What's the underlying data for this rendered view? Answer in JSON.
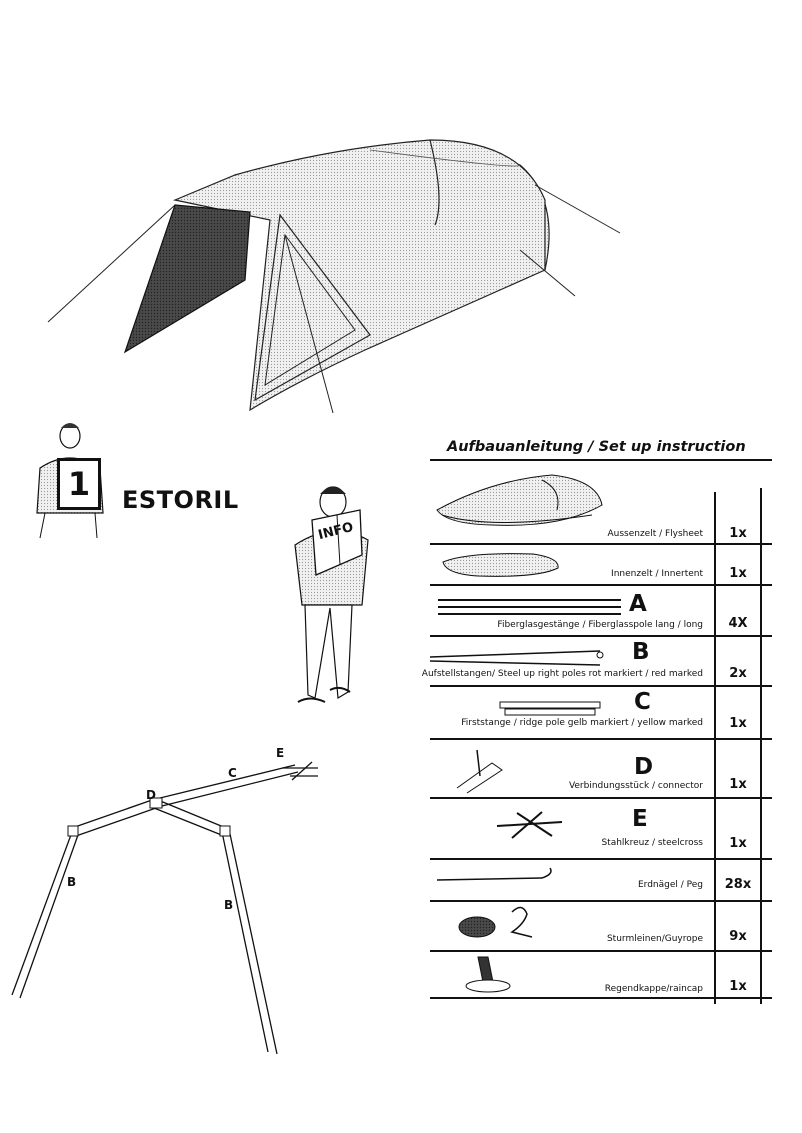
{
  "title": "ESTORIL",
  "step_number": "1",
  "info_sign": "INFO",
  "setup": {
    "heading": "Aufbauanleitung / Set up instruction",
    "items": [
      {
        "letter": "",
        "label": "Aussenzelt / Flysheet",
        "qty": "1x"
      },
      {
        "letter": "",
        "label": "Innenzelt / Innertent",
        "qty": "1x"
      },
      {
        "letter": "A",
        "label": "Fiberglasgestänge / Fiberglasspole  lang / long",
        "qty": "4X"
      },
      {
        "letter": "B",
        "label": "Aufstellstangen/ Steel up right poles rot markiert / red marked",
        "qty": "2x"
      },
      {
        "letter": "C",
        "label": "Firststange / ridge pole gelb markiert / yellow marked",
        "qty": "1x"
      },
      {
        "letter": "D",
        "label": "Verbindungsstück / connector",
        "qty": "1x"
      },
      {
        "letter": "E",
        "label": "Stahlkreuz / steelcross",
        "qty": "1x"
      },
      {
        "letter": "",
        "label": "Erdnägel / Peg",
        "qty": "28x"
      },
      {
        "letter": "",
        "label": "Sturmleinen/Guyrope",
        "qty": "9x"
      },
      {
        "letter": "",
        "label": "Regendkappe/raincap",
        "qty": "1x"
      }
    ]
  },
  "frame_labels": {
    "b_left": "B",
    "b_right": "B",
    "c": "C",
    "d": "D",
    "e": "E"
  }
}
